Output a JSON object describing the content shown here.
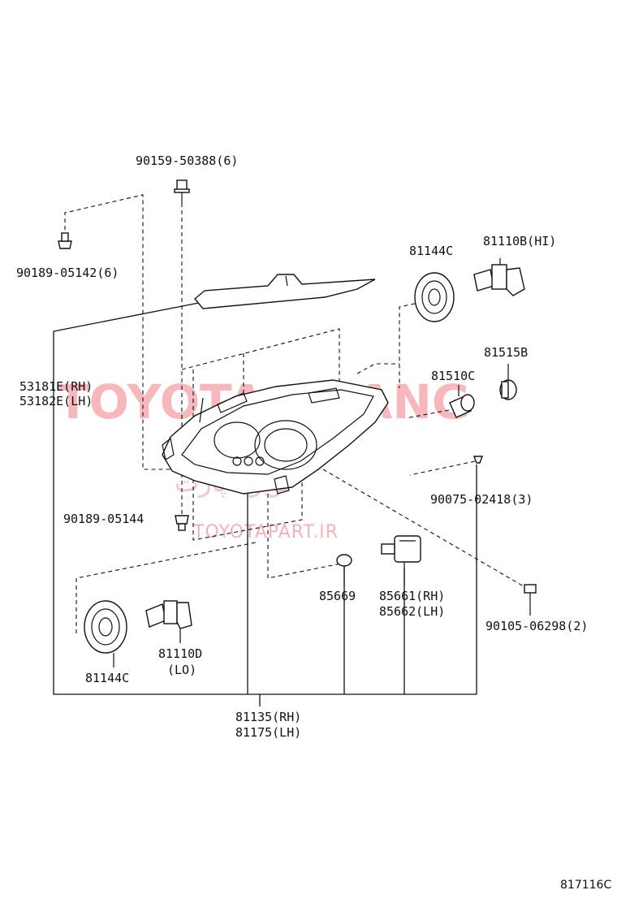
{
  "watermark": {
    "brand": "TOYOTA GRANG",
    "site": "TOYOTAPART.IR",
    "arabic": "تويوتا پارت"
  },
  "labels": {
    "bolt_top": "90159-50388(6)",
    "clip_left": "90189-05142(6)",
    "panel_rh": "53181E(RH)",
    "panel_lh": "53182E(LH)",
    "socket_top": "81144C",
    "bulb_hi": "81110B(HI)",
    "bulb_small": "81515B",
    "bulb_wedge": "81510C",
    "screw_right": "90075-02418(3)",
    "clip_bottom": "90189-05144",
    "oring": "85669",
    "actuator_rh": "85661(RH)",
    "actuator_lh": "85662(LH)",
    "bolt_right": "90105-06298(2)",
    "bulb_lo": "81110D",
    "bulb_lo_note": "(LO)",
    "socket_bottom": "81144C",
    "assy_rh": "81135(RH)",
    "assy_lh": "81175(LH)"
  },
  "ref_code": "817116C"
}
